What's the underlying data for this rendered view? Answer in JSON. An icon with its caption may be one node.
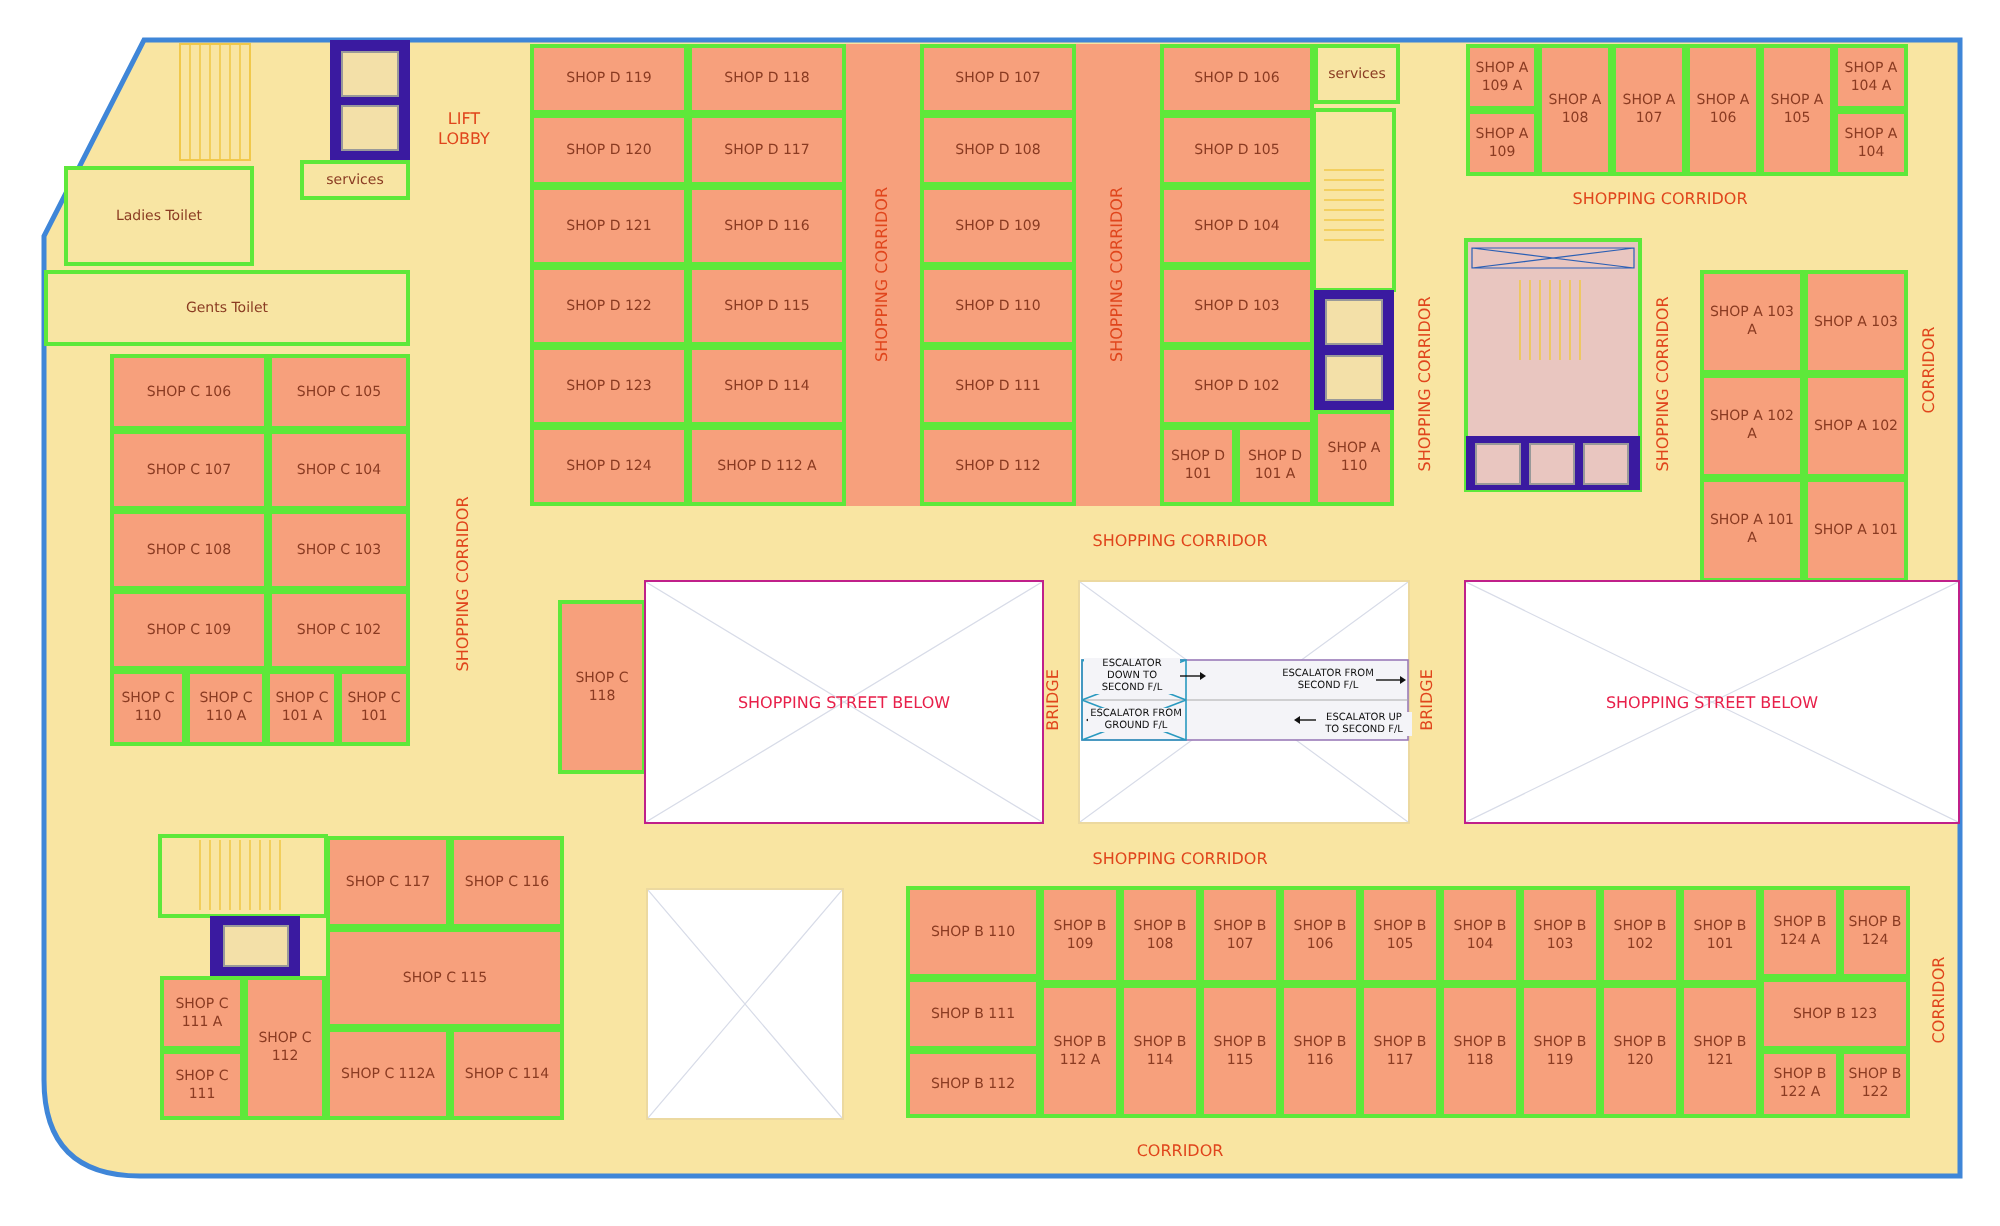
{
  "diagram": {
    "nodes": [
      {
        "text": [
          "services"
        ]
      },
      {
        "text": [
          "Ladies Toilet"
        ]
      },
      {
        "text": [
          "Gents Toilet"
        ]
      },
      {
        "text": [
          "SHOP D 119"
        ]
      },
      {
        "text": [
          "SHOP D 118"
        ]
      },
      {
        "text": [
          "SHOP D 120"
        ]
      },
      {
        "text": [
          "SHOP D 117"
        ]
      },
      {
        "text": [
          "SHOP D 121"
        ]
      },
      {
        "text": [
          "SHOP D 116"
        ]
      },
      {
        "text": [
          "SHOP D 122"
        ]
      },
      {
        "text": [
          "SHOP D 115"
        ]
      },
      {
        "text": [
          "SHOP D 123"
        ]
      },
      {
        "text": [
          "SHOP D 114"
        ]
      },
      {
        "text": [
          "SHOP D 124"
        ]
      },
      {
        "text": [
          "SHOP D 112 A"
        ]
      },
      {
        "text": [
          "SHOP D 107"
        ]
      },
      {
        "text": [
          "SHOP D 108"
        ]
      },
      {
        "text": [
          "SHOP D 109"
        ]
      },
      {
        "text": [
          "SHOP D 110"
        ]
      },
      {
        "text": [
          "SHOP D 111"
        ]
      },
      {
        "text": [
          "SHOP D 112"
        ]
      },
      {
        "text": [
          "SHOP D 106"
        ]
      },
      {
        "text": [
          "SHOP D 105"
        ]
      },
      {
        "text": [
          "SHOP D 104"
        ]
      },
      {
        "text": [
          "SHOP D 103"
        ]
      },
      {
        "text": [
          "SHOP D 102"
        ]
      },
      {
        "text": [
          "SHOP D 101"
        ]
      },
      {
        "text": [
          "SHOP D 101 A"
        ]
      },
      {
        "text": [
          "services"
        ]
      },
      {
        "text": [
          "SHOP A 110"
        ]
      },
      {
        "text": [
          "SHOP A 109 A"
        ]
      },
      {
        "text": [
          "SHOP A 109"
        ]
      },
      {
        "text": [
          "SHOP A 108"
        ]
      },
      {
        "text": [
          "SHOP A 107"
        ]
      },
      {
        "text": [
          "SHOP A 106"
        ]
      },
      {
        "text": [
          "SHOP A 105"
        ]
      },
      {
        "text": [
          "SHOP A 104 A"
        ]
      },
      {
        "text": [
          "SHOP A 104"
        ]
      },
      {
        "text": [
          "SHOP A 103 A"
        ]
      },
      {
        "text": [
          "SHOP A 103"
        ]
      },
      {
        "text": [
          "SHOP A 102 A"
        ]
      },
      {
        "text": [
          "SHOP A 102"
        ]
      },
      {
        "text": [
          "SHOP A 101 A"
        ]
      },
      {
        "text": [
          "SHOP A 101"
        ]
      },
      {
        "text": [
          "SHOP C 106"
        ]
      },
      {
        "text": [
          "SHOP C 105"
        ]
      },
      {
        "text": [
          "SHOP C 107"
        ]
      },
      {
        "text": [
          "SHOP C 104"
        ]
      },
      {
        "text": [
          "SHOP C 108"
        ]
      },
      {
        "text": [
          "SHOP C 103"
        ]
      },
      {
        "text": [
          "SHOP C 109"
        ]
      },
      {
        "text": [
          "SHOP C 102"
        ]
      },
      {
        "text": [
          "SHOP C 110"
        ]
      },
      {
        "text": [
          "SHOP C 110 A"
        ]
      },
      {
        "text": [
          "SHOP C 101 A"
        ]
      },
      {
        "text": [
          "SHOP C 101"
        ]
      },
      {
        "text": [
          "SHOP C 118"
        ]
      },
      {
        "text": [
          "SHOPPING STREET BELOW"
        ]
      },
      {
        "text": [],
        "shape": "box"
      },
      {
        "text": [
          "SHOPPING STREET BELOW"
        ]
      },
      {
        "text": [
          "SHOP C 117"
        ]
      },
      {
        "text": [
          "SHOP C 116"
        ]
      },
      {
        "text": [
          "SHOP C 115"
        ]
      },
      {
        "text": [
          "SHOP C 111 A"
        ]
      },
      {
        "text": [
          "SHOP C 112"
        ]
      },
      {
        "text": [
          "SHOP C 111"
        ]
      },
      {
        "text": [
          "SHOP C 112A"
        ]
      },
      {
        "text": [
          "SHOP C 114"
        ]
      },
      {
        "text": [],
        "shape": "box"
      },
      {
        "text": [
          "SHOP B 110"
        ]
      },
      {
        "text": [
          "SHOP B 109"
        ]
      },
      {
        "text": [
          "SHOP B 108"
        ]
      },
      {
        "text": [
          "SHOP B 107"
        ]
      },
      {
        "text": [
          "SHOP B 106"
        ]
      },
      {
        "text": [
          "SHOP B 105"
        ]
      },
      {
        "text": [
          "SHOP B 104"
        ]
      },
      {
        "text": [
          "SHOP B 103"
        ]
      },
      {
        "text": [
          "SHOP B 102"
        ]
      },
      {
        "text": [
          "SHOP B 101"
        ]
      },
      {
        "text": [
          "SHOP B 124 A"
        ]
      },
      {
        "text": [
          "SHOP B 124"
        ]
      },
      {
        "text": [
          "SHOP B 111"
        ]
      },
      {
        "text": [
          "SHOP B 112 A"
        ]
      },
      {
        "text": [
          "SHOP B 114"
        ]
      },
      {
        "text": [
          "SHOP B 115"
        ]
      },
      {
        "text": [
          "SHOP B 116"
        ]
      },
      {
        "text": [
          "SHOP B 117"
        ]
      },
      {
        "text": [
          "SHOP B 118"
        ]
      },
      {
        "text": [
          "SHOP B 119"
        ]
      },
      {
        "text": [
          "SHOP B 120"
        ]
      },
      {
        "text": [
          "SHOP B 121"
        ]
      },
      {
        "text": [
          "SHOP B 123"
        ]
      },
      {
        "text": [
          "SHOP B 112"
        ]
      },
      {
        "text": [
          "SHOP B 122 A"
        ]
      },
      {
        "text": [
          "SHOP B 122"
        ]
      }
    ],
    "labels": [
      "LIFT LOBBY",
      "SHOPPING CORRIDOR",
      "SHOPPING CORRIDOR",
      "SHOPPING CORRIDOR",
      "SHOPPING CORRIDOR",
      "SHOPPING CORRIDOR",
      "CORRIDOR",
      "SHOPPING CORRIDOR",
      "SHOPPING CORRIDOR",
      "BRIDGE",
      "ESCALATOR DOWN TO SECOND F/L",
      "ESCALATOR FROM SECOND F/L",
      "ESCALATOR FROM GROUND F/L",
      "ESCALATOR UP TO SECOND F/L",
      "BRIDGE",
      "SHOPPING CORRIDOR",
      "CORRIDOR",
      "CORRIDOR"
    ]
  }
}
